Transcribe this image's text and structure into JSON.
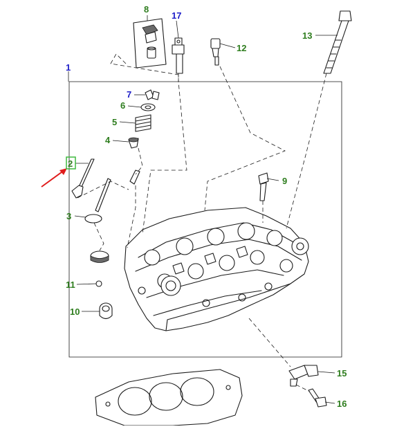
{
  "callouts": {
    "c1": "1",
    "c2": "2",
    "c3": "3",
    "c4": "4",
    "c5": "5",
    "c6": "6",
    "c7": "7",
    "c8": "8",
    "c9": "9",
    "c10": "10",
    "c11": "11",
    "c12": "12",
    "c13": "13",
    "c15": "15",
    "c16": "16",
    "c17": "17"
  },
  "colors": {
    "label_green": "#2e7d1e",
    "label_blue": "#1c1cc8",
    "highlight_box": "#3fb93f",
    "pointer_red": "#e01c1c",
    "line": "#1a1a1a"
  }
}
